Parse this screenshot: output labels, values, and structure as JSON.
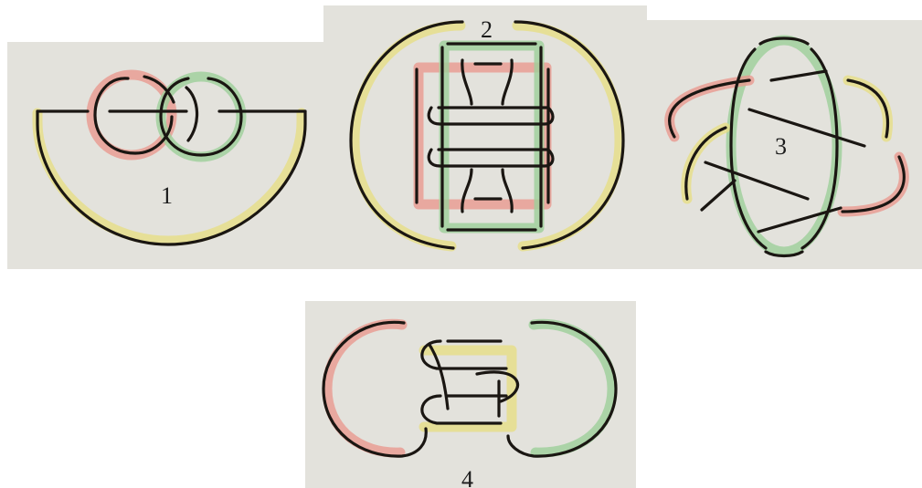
{
  "colors": {
    "red": "#e89a90",
    "green": "#9ccf9a",
    "yellow": "#e6df86",
    "ink": "#1a1612",
    "paper": "#e3e2dc"
  },
  "figures": [
    {
      "label": "1"
    },
    {
      "label": "2"
    },
    {
      "label": "3"
    },
    {
      "label": "4"
    }
  ]
}
